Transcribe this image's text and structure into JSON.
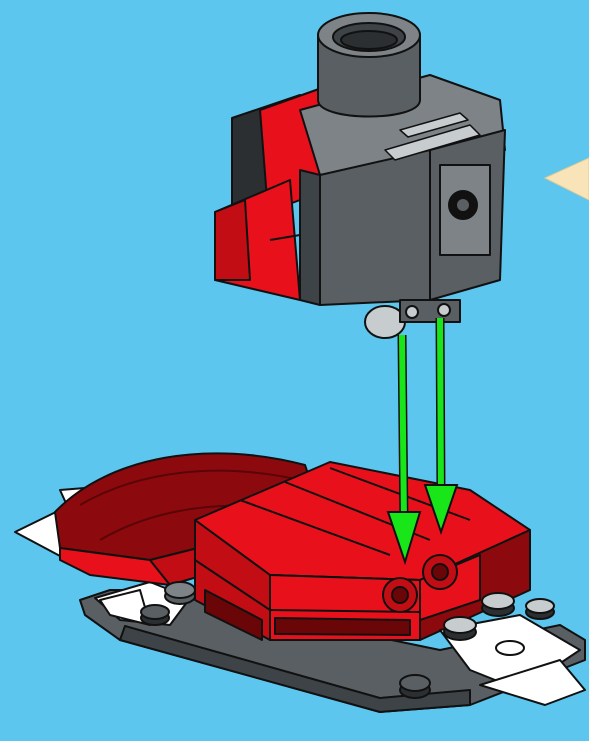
{
  "scene": {
    "background": "#5cc6ef",
    "colors": {
      "red": "#e8111b",
      "dark_red": "#8c0a0e",
      "dark_gray": "#595f63",
      "mid_gray": "#7d8387",
      "light_gray": "#c7ccce",
      "white": "#ffffff",
      "black": "#111111",
      "arrow": "#19e619",
      "pointer": "#f8e4b8"
    },
    "step_parts": [
      "cockpit-subassembly",
      "hull-base"
    ],
    "callout_arrow": "placement-arrow",
    "next_step_pointer": "next-step-pointer"
  }
}
